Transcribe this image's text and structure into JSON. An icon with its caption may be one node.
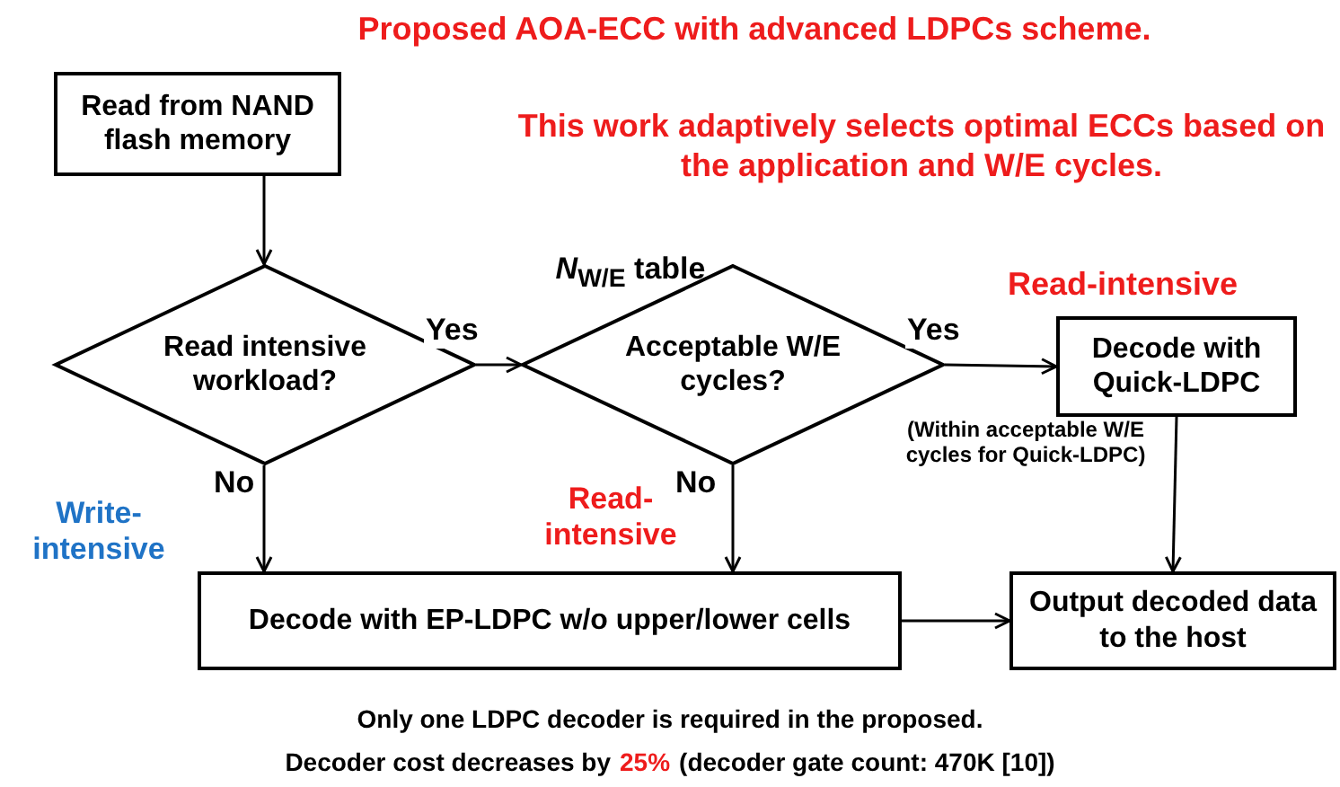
{
  "diagram": {
    "title": "Proposed AOA-ECC with advanced LDPCs scheme.",
    "nodes": [
      {
        "text": [
          "Read from NAND flash memory"
        ]
      },
      {
        "text": [
          "Read intensive workload?"
        ]
      },
      {
        "text": [
          "Acceptable W/E cycles?"
        ],
        "beside": [
          "*N*$_{W/E}$ table"
        ]
      },
      {
        "text": [
          "Decode with Quick-LDPC"
        ],
        "beside": [
          "(Within acceptable W/E cycles for Quick-LDPC)"
        ]
      },
      {
        "text": [
          "Decode with EP-LDPC w/o upper/lower cells"
        ]
      },
      {
        "text": [
          "Output decoded data to the host"
        ]
      }
    ],
    "edges": [
      {
        "from": 0,
        "to": 1,
        "arrow": "to"
      },
      {
        "from": 1,
        "to": 2,
        "arrow": "to",
        "label": "Yes"
      },
      {
        "from": 2,
        "to": 3,
        "arrow": "to",
        "label": "Yes"
      },
      {
        "from": 1,
        "to": 4,
        "arrow": "to",
        "label": "No"
      },
      {
        "from": 2,
        "to": 4,
        "arrow": "to",
        "label": "No"
      },
      {
        "from": 3,
        "to": 5,
        "arrow": "to"
      },
      {
        "from": 4,
        "to": 5,
        "arrow": "to"
      }
    ],
    "labels": [
      "This work adaptively selects optimal ECCs based on the application and W/E cycles.",
      "Read-intensive",
      "Write-intensive",
      "Read-intensive",
      "Only one LDPC decoder is required in the proposed.",
      "Decoder cost decreases by",
      "25%",
      "(decoder gate count: 470K [10])"
    ]
  }
}
